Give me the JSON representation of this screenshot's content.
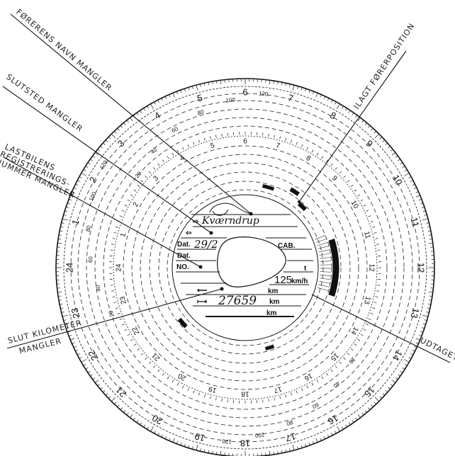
{
  "title": "Tachograph chart with missing-entry annotations",
  "annotations": [
    {
      "id": "driver-name",
      "text": "FØRERENS NAVN MANGLER"
    },
    {
      "id": "end-place",
      "text": "SLUTSTED MANGLER"
    },
    {
      "id": "registration",
      "lines": [
        "LASTBILENS",
        "REGISTRERINGS-",
        "NUMMER MANGLER"
      ]
    },
    {
      "id": "end-km",
      "lines": [
        "SLUT KILOMETER",
        "MANGLER"
      ]
    },
    {
      "id": "inserted",
      "text": "ILAGT  FØRERPOSITION"
    },
    {
      "id": "removed",
      "text": "UDTAGET"
    }
  ],
  "outer_hours": [
    "1",
    "2",
    "3",
    "4",
    "5",
    "6",
    "7",
    "8",
    "9",
    "10",
    "11",
    "12",
    "13",
    "14",
    "15",
    "16",
    "17",
    "18",
    "19",
    "20",
    "21",
    "22",
    "23",
    "24"
  ],
  "inner_hours": [
    "1",
    "2",
    "3",
    "4",
    "5",
    "6",
    "7",
    "8",
    "9",
    "10",
    "11",
    "12",
    "13",
    "14",
    "15",
    "16",
    "17",
    "18",
    "19",
    "20",
    "21",
    "22",
    "23",
    "24"
  ],
  "speed_labels": [
    "20",
    "40",
    "60",
    "80",
    "100",
    "120"
  ],
  "form": {
    "date1": "Dat.",
    "date2": "Dat.",
    "number": "NO.",
    "cab": "CAB.",
    "tonnage": "t",
    "speed_max": "125",
    "speed_unit": "km/h",
    "km1": "km",
    "km2": "km",
    "km3": "km",
    "arrow_start": "⇨",
    "arrow_end": "⇦",
    "arrow_left": "⟵",
    "arrow_right": "⟼"
  },
  "handwritten": {
    "place": "Kværndrup",
    "date": "29/2",
    "km_reading": "27659"
  }
}
